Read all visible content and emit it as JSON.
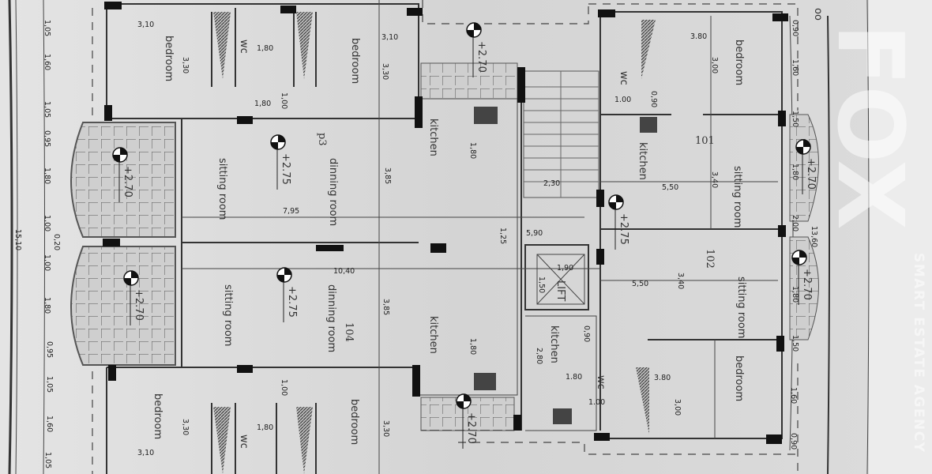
{
  "title_fragment": "oo",
  "watermark": {
    "brand": "FOX",
    "tagline": "SMART ESTATE AGENCY"
  },
  "left_dimensions": [
    "1,05",
    "1,60",
    "1,05",
    "0,95",
    "1,80",
    "1,00",
    "0,20",
    "1,00",
    "1,80",
    "0,95",
    "1,05",
    "1,60",
    "1,05",
    "15,10"
  ],
  "right_dimensions": [
    "0,90",
    "1,60",
    "1,50",
    "1,80",
    "2,00",
    "13,60",
    "1,80",
    "1,50",
    "1,60",
    "0,90"
  ],
  "apartment_103": {
    "unit_number": "p3",
    "bedroom_left": {
      "label": "bedroom",
      "width": "3,10",
      "depth": "3,30"
    },
    "wc": {
      "label": "wc",
      "width": "1,80",
      "hall": "1,80",
      "door": "1,00"
    },
    "bedroom_right": {
      "label": "bedroom",
      "width": "3,10",
      "depth": "3,30"
    },
    "sitting_room": {
      "label": "sitting room",
      "level": "+2.75"
    },
    "dining_room": {
      "label": "dinning room",
      "depth": "3,85",
      "length": "7,95"
    },
    "balcony_level": "+2.70",
    "kitchen": {
      "label": "kitchen",
      "width": "1,80"
    },
    "rear_level": "+2.70"
  },
  "core": {
    "stair_width": "2,30",
    "hall_length": "5,90",
    "hall_width": "1,25",
    "landing_level": "+2.75",
    "lift": {
      "label": "LIFT",
      "width": "1,90",
      "depth": "1,50"
    }
  },
  "apartment_101": {
    "unit_number": "101",
    "bedroom": {
      "label": "bedroom",
      "width": "3.80",
      "depth": "3,00"
    },
    "wc": {
      "label": "wc",
      "width": "1.00",
      "depth": "0,90"
    },
    "kitchen": {
      "label": "kitchen",
      "length": "5,50"
    },
    "sitting_room": {
      "label": "sitting room",
      "depth": "3,40"
    },
    "balcony_level": "+2.70"
  },
  "apartment_102": {
    "unit_number": "102",
    "sitting_room": {
      "label": "sitting room",
      "length": "5,50",
      "depth": "3,40"
    },
    "balcony_level": "+2.70",
    "kitchen": {
      "label": "kitchen",
      "width": "2,80",
      "length": "1.80",
      "passage": "0,90"
    },
    "wc": {
      "label": "wc",
      "width": "1.00"
    },
    "bedroom": {
      "label": "bedroom",
      "width": "3.80",
      "depth": "3,00"
    }
  },
  "apartment_104": {
    "unit_number": "104",
    "length": "10,40",
    "sitting_room": {
      "label": "sitting room",
      "level": "+2.75"
    },
    "dining_room": {
      "label": "dinning room",
      "depth": "3,85"
    },
    "balcony_level": "+2.70",
    "kitchen": {
      "label": "kitchen",
      "width": "1,80"
    },
    "wc": {
      "label": "wc",
      "width": "1,80",
      "door": "1,00"
    },
    "bedroom_left": {
      "label": "bedroom",
      "width": "3,10",
      "depth": "3,30"
    },
    "bedroom_right": {
      "label": "bedroom",
      "depth": "3,30"
    },
    "rear_level": "+2.70"
  }
}
